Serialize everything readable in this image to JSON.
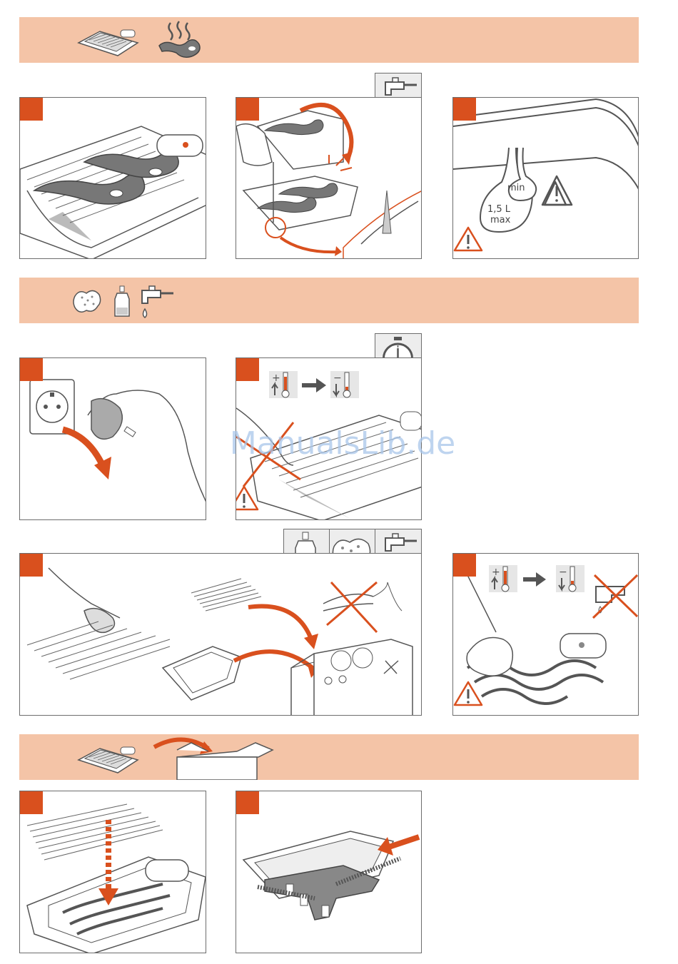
{
  "watermark": "ManualsLib.de",
  "panel3_labels": {
    "min": "min",
    "max_line1": "1,5 L",
    "max_line2": "max"
  },
  "thermo_labels": {
    "plus": "+",
    "minus": "−"
  },
  "colors": {
    "band": "#f4c4a7",
    "accent": "#d9501e",
    "line": "#555555",
    "icon_bg": "#ededed"
  }
}
